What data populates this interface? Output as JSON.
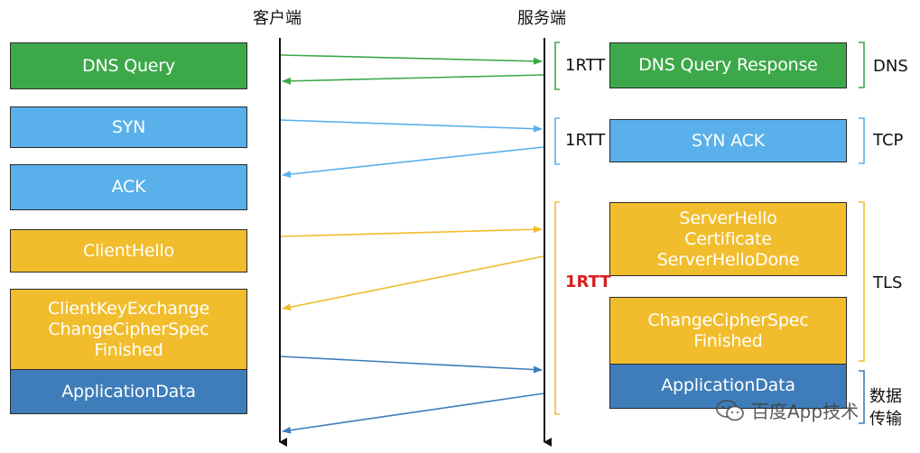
{
  "headers": {
    "client": "客户端",
    "server": "服务端"
  },
  "client_boxes": {
    "dns_query": "DNS Query",
    "syn": "SYN",
    "ack": "ACK",
    "client_hello": "ClientHello",
    "client_key_exchange": "ClientKeyExchange\nChangeCipherSpec\nFinished",
    "application_data": "ApplicationData"
  },
  "server_boxes": {
    "dns_query_response": "DNS Query Response",
    "syn_ack": "SYN ACK",
    "server_hello": "ServerHello\nCertificate\nServerHelloDone",
    "change_cipher_spec": "ChangeCipherSpec\nFinished",
    "application_data": "ApplicationData"
  },
  "rtt_labels": {
    "dns": "1RTT",
    "tcp": "1RTT",
    "tls": "1RTT"
  },
  "phase_labels": {
    "dns": "DNS",
    "tcp": "TCP",
    "tls": "TLS",
    "data_transfer": "数据\n传输"
  },
  "watermark": {
    "text": "百度App技术",
    "icon": "wechat-icon"
  },
  "colors": {
    "dns": "#3da84a",
    "tcp": "#59b0ea",
    "tls": "#f1bd2d",
    "data": "#3e7db9",
    "rtt_highlight": "#d71f1f"
  }
}
